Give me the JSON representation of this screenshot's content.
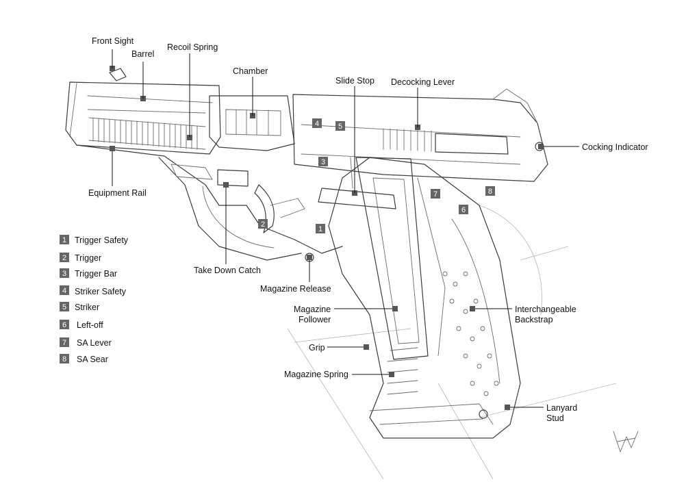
{
  "labels": {
    "front_sight": "Front Sight",
    "barrel": "Barrel",
    "recoil_spring": "Recoil Spring",
    "chamber": "Chamber",
    "slide_stop": "Slide Stop",
    "decocking_lever": "Decocking Lever",
    "cocking_indicator": "Cocking Indicator",
    "equipment_rail": "Equipment Rail",
    "take_down_catch": "Take Down Catch",
    "magazine_release": "Magazine Release",
    "magazine_follower_1": "Magazine",
    "magazine_follower_2": "Follower",
    "grip": "Grip",
    "magazine_spring": "Magazine Spring",
    "backstrap_1": "Interchangeable",
    "backstrap_2": "Backstrap",
    "lanyard_stud_1": "Lanyard",
    "lanyard_stud_2": "Stud"
  },
  "callouts": {
    "n1": "1",
    "n2": "2",
    "n3": "3",
    "n4": "4",
    "n5": "5",
    "n6": "6",
    "n7": "7",
    "n8": "8"
  },
  "legend": [
    {
      "num": "1",
      "text": "Trigger Safety"
    },
    {
      "num": "2",
      "text": "Trigger"
    },
    {
      "num": "3",
      "text": "Trigger Bar"
    },
    {
      "num": "4",
      "text": "Striker Safety"
    },
    {
      "num": "5",
      "text": "Striker"
    },
    {
      "num": "6",
      "text": "Left-off"
    },
    {
      "num": "7",
      "text": "SA Lever"
    },
    {
      "num": "8",
      "text": "SA Sear"
    }
  ],
  "colors": {
    "marker": "#555555",
    "legend_box": "#666666",
    "line_art": "#3a3a3a"
  }
}
